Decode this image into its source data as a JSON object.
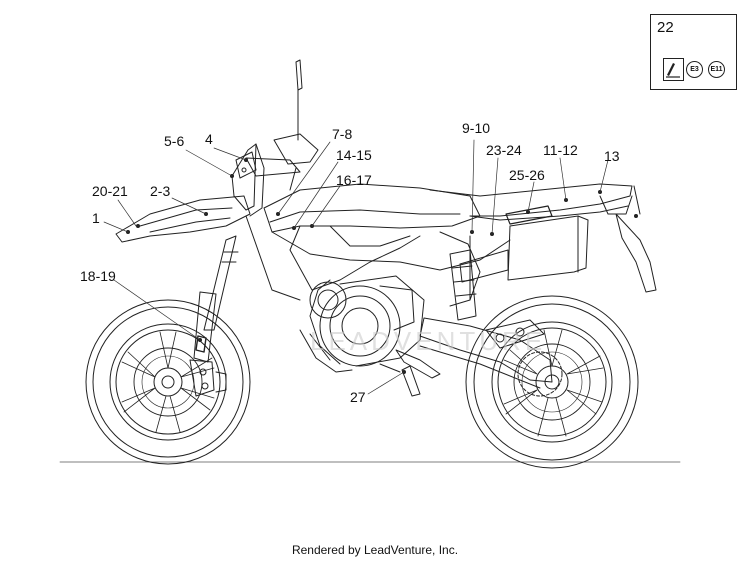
{
  "diagram": {
    "callouts": [
      {
        "id": "c1",
        "label": "1"
      },
      {
        "id": "c20",
        "label": "20-21"
      },
      {
        "id": "c2",
        "label": "2-3"
      },
      {
        "id": "c5",
        "label": "5-6"
      },
      {
        "id": "c4",
        "label": "4"
      },
      {
        "id": "c7",
        "label": "7-8"
      },
      {
        "id": "c14",
        "label": "14-15"
      },
      {
        "id": "c16",
        "label": "16-17"
      },
      {
        "id": "c18",
        "label": "18-19"
      },
      {
        "id": "c9",
        "label": "9-10"
      },
      {
        "id": "c23",
        "label": "23-24"
      },
      {
        "id": "c11",
        "label": "11-12"
      },
      {
        "id": "c13",
        "label": "13"
      },
      {
        "id": "c25",
        "label": "25-26"
      },
      {
        "id": "c27",
        "label": "27"
      }
    ],
    "inset": {
      "number": "22",
      "badges": [
        "E3",
        "E11"
      ]
    },
    "watermark": "LEADVENTURE",
    "footer": "Rendered by LeadVenture, Inc."
  }
}
